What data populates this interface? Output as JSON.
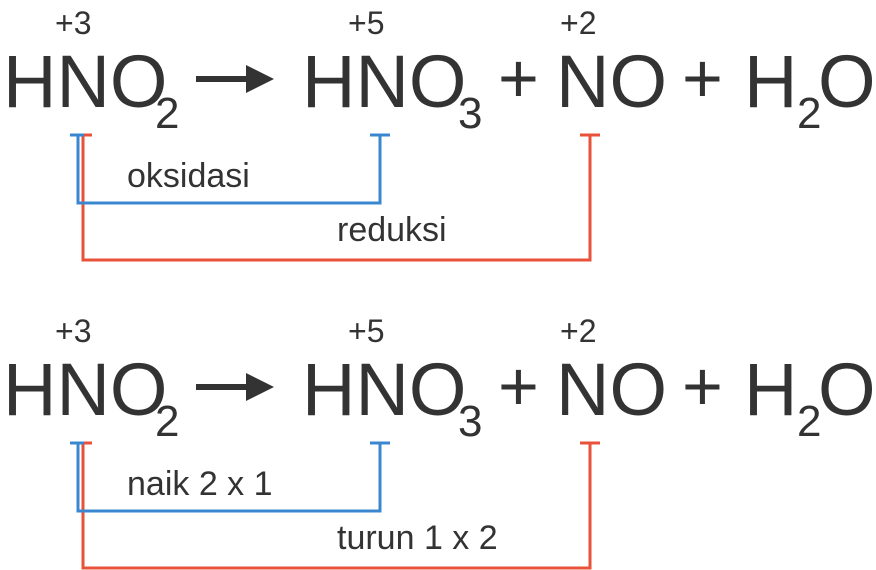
{
  "colors": {
    "oxidation": "#3a87d0",
    "reduction": "#e8513a",
    "text": "#333333"
  },
  "reactions": [
    {
      "ox_reactant": "+3",
      "ox_product": "+5",
      "ox_no": "+2",
      "reactant": "HNO",
      "reactant_sub": "2",
      "product1": "HNO",
      "product1_sub": "3",
      "plus1": "+",
      "product2": "NO",
      "plus2": "+",
      "product3_a": "H",
      "product3_sub": "2",
      "product3_b": "O",
      "oxidation_label": "oksidasi",
      "reduction_label": "reduksi"
    },
    {
      "ox_reactant": "+3",
      "ox_product": "+5",
      "ox_no": "+2",
      "reactant": "HNO",
      "reactant_sub": "2",
      "product1": "HNO",
      "product1_sub": "3",
      "plus1": "+",
      "product2": "NO",
      "plus2": "+",
      "product3_a": "H",
      "product3_sub": "2",
      "product3_b": "O",
      "oxidation_label": "naik 2 x 1",
      "reduction_label": "turun 1 x 2"
    }
  ]
}
